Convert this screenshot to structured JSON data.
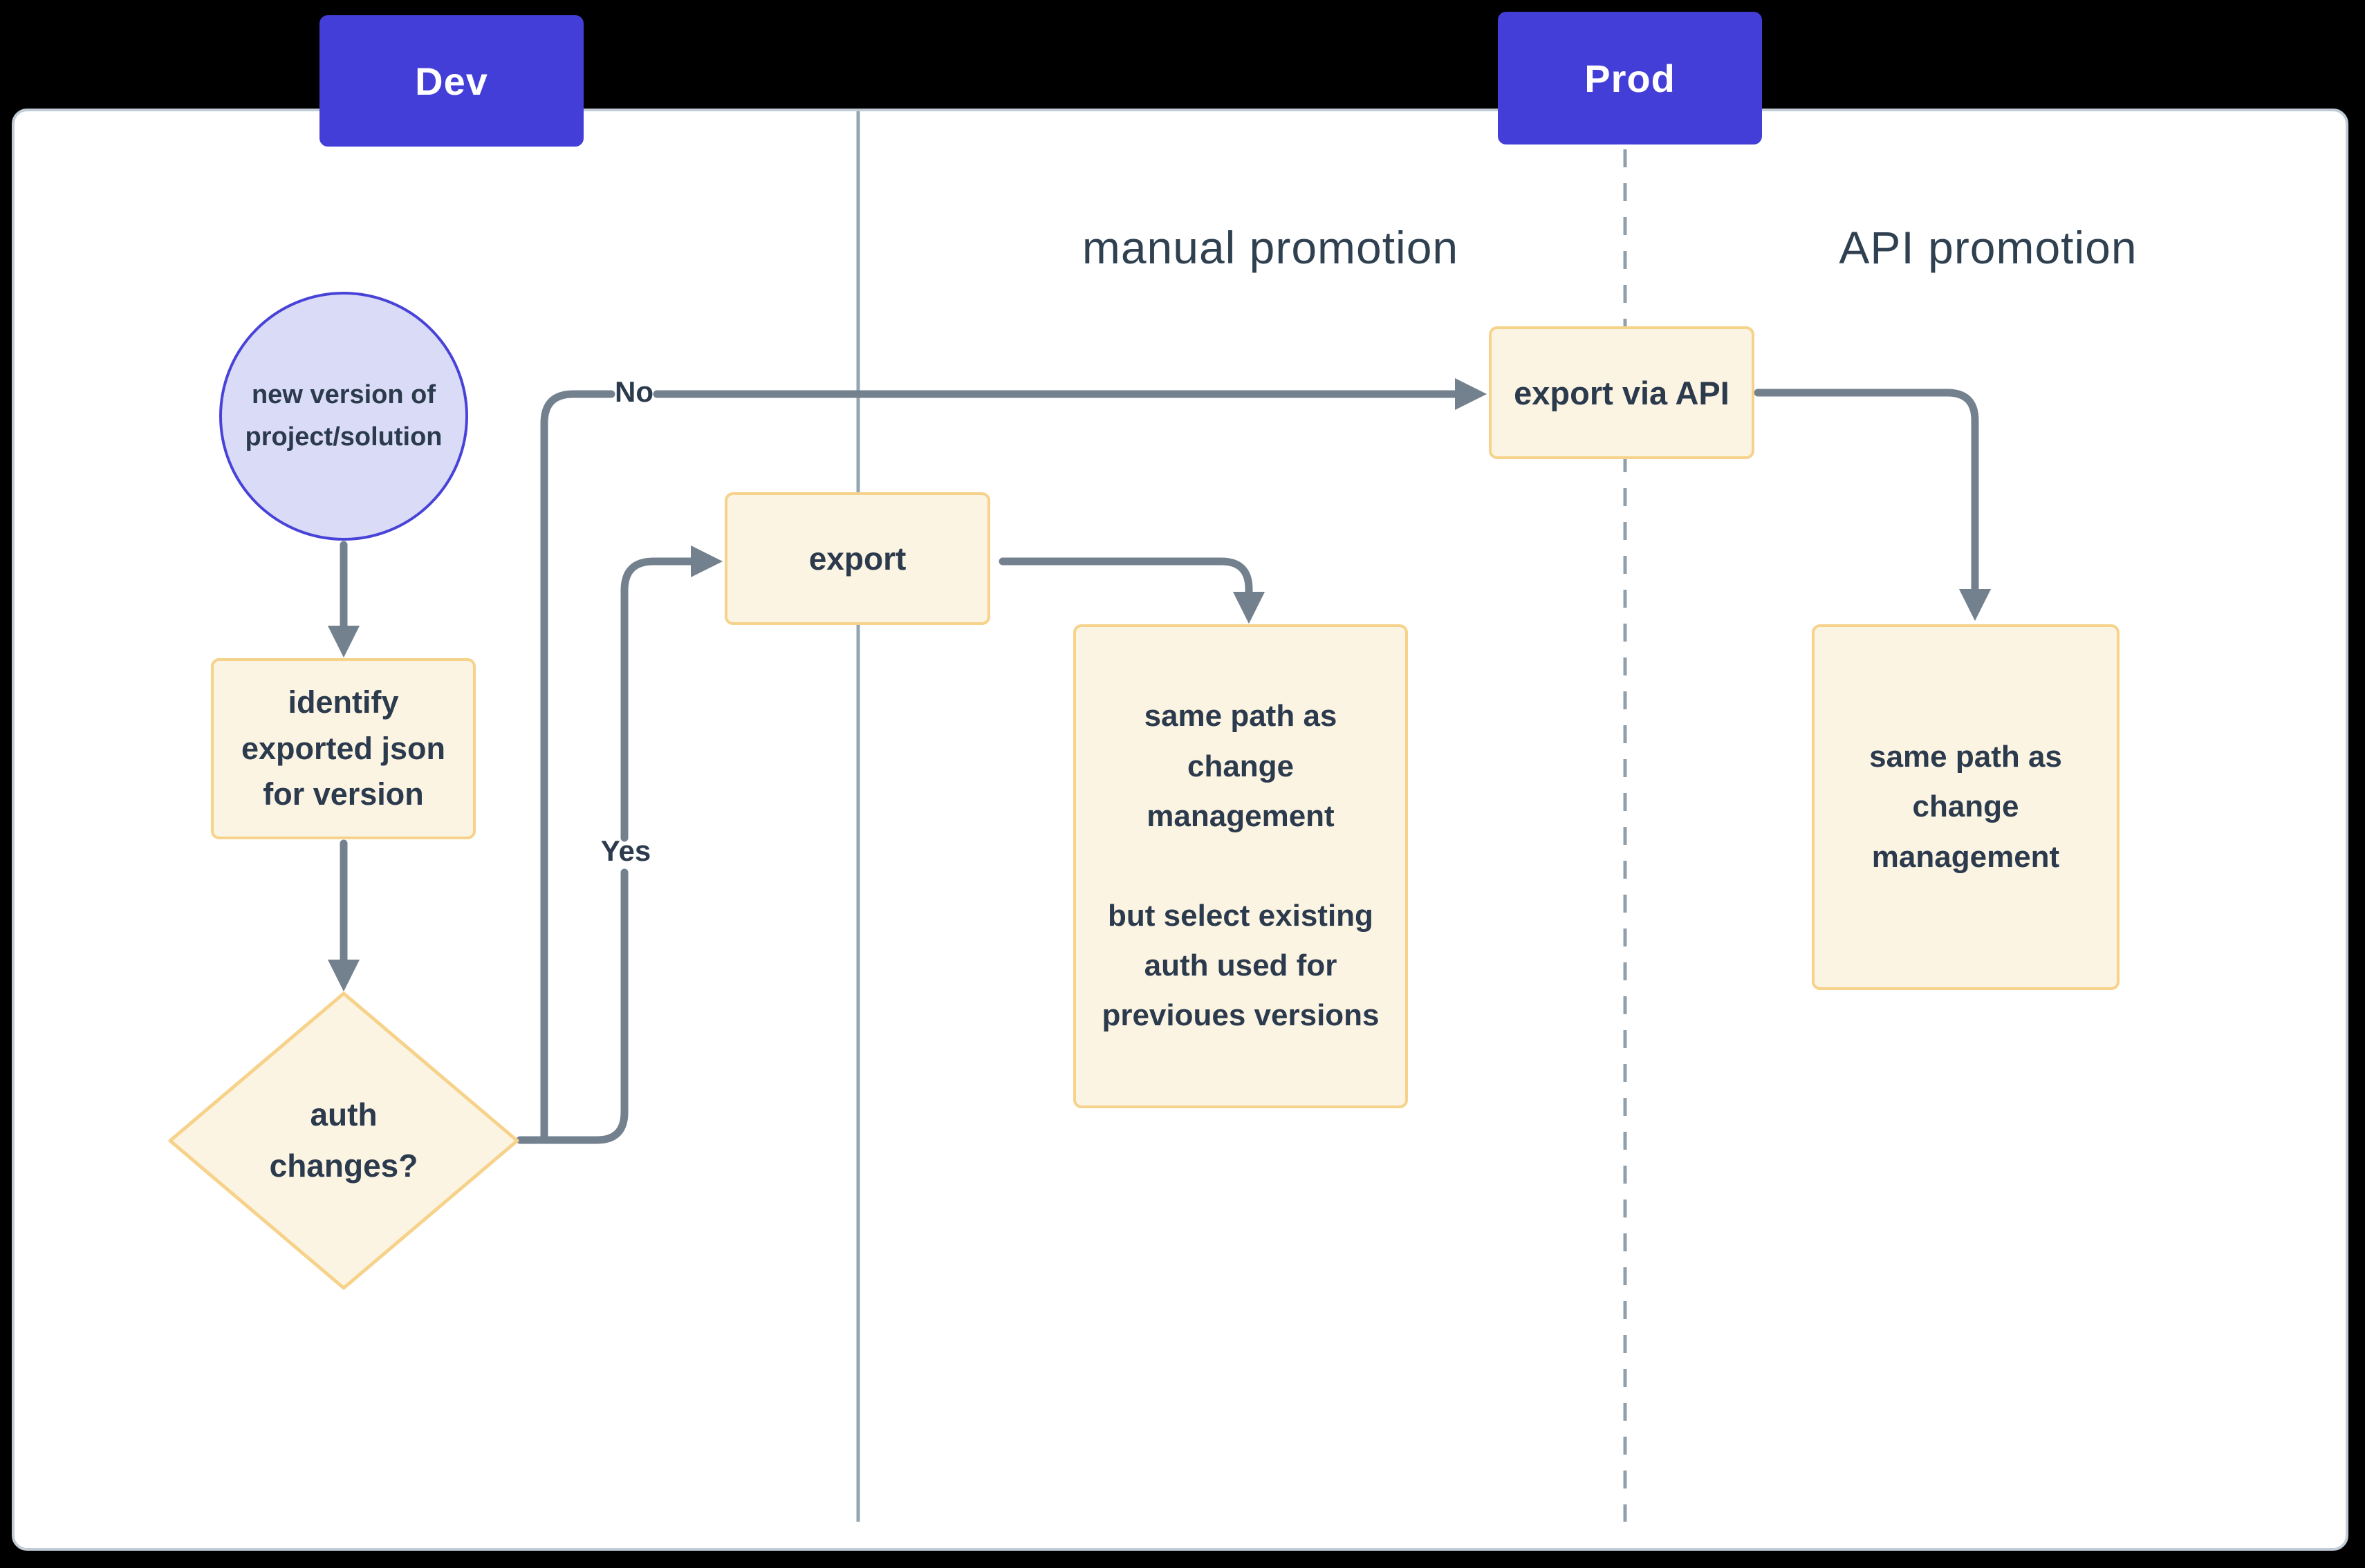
{
  "lanes": {
    "dev_label": "Dev",
    "prod_label": "Prod"
  },
  "sections": {
    "manual_promotion": "manual promotion",
    "api_promotion": "API promotion"
  },
  "nodes": {
    "start_circle": "new version of\nproject/solution",
    "identify_box": "identify\nexported json\nfor version",
    "auth_diamond": "auth\nchanges?",
    "export_box": "export",
    "export_via_api_box": "export via API",
    "manual_same_path_box": "same path as\nchange\nmanagement\n\nbut select existing\nauth used for\nprevioues versions",
    "api_same_path_box": "same path as\nchange\nmanagement"
  },
  "edges": {
    "no_label": "No",
    "yes_label": "Yes"
  },
  "colors": {
    "header_bg": "#443ED8",
    "header_text": "#FFFFFF",
    "circle_fill": "#D9DBF7",
    "circle_border": "#4843D8",
    "box_fill": "#FCF4E3",
    "box_border": "#F6D28A",
    "arrow": "#73818F",
    "separator_solid": "#93A5B1",
    "separator_dashed": "#8FA0AC",
    "text_dark": "#2B3A4C",
    "section_text": "#2F4050",
    "canvas_border": "#C2CCD6"
  }
}
